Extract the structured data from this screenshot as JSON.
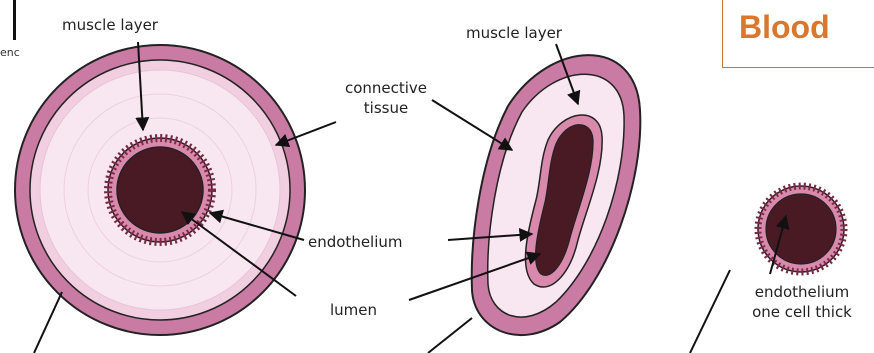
{
  "title": "Blood",
  "corner_fragment": "enc",
  "labels": {
    "artery_muscle": "muscle layer",
    "connective_tissue_line1": "connective",
    "connective_tissue_line2": "tissue",
    "vein_muscle": "muscle layer",
    "endothelium": "endothelium",
    "lumen": "lumen",
    "capillary_line1": "endothelium",
    "capillary_line2": "one cell thick"
  },
  "colors": {
    "outer_wall": "#c97ba3",
    "muscle": "#f6dfec",
    "lumen": "#4a1a24",
    "endothelium": "#d98aac",
    "title": "#d9772f",
    "title_border": "#c8743a"
  }
}
